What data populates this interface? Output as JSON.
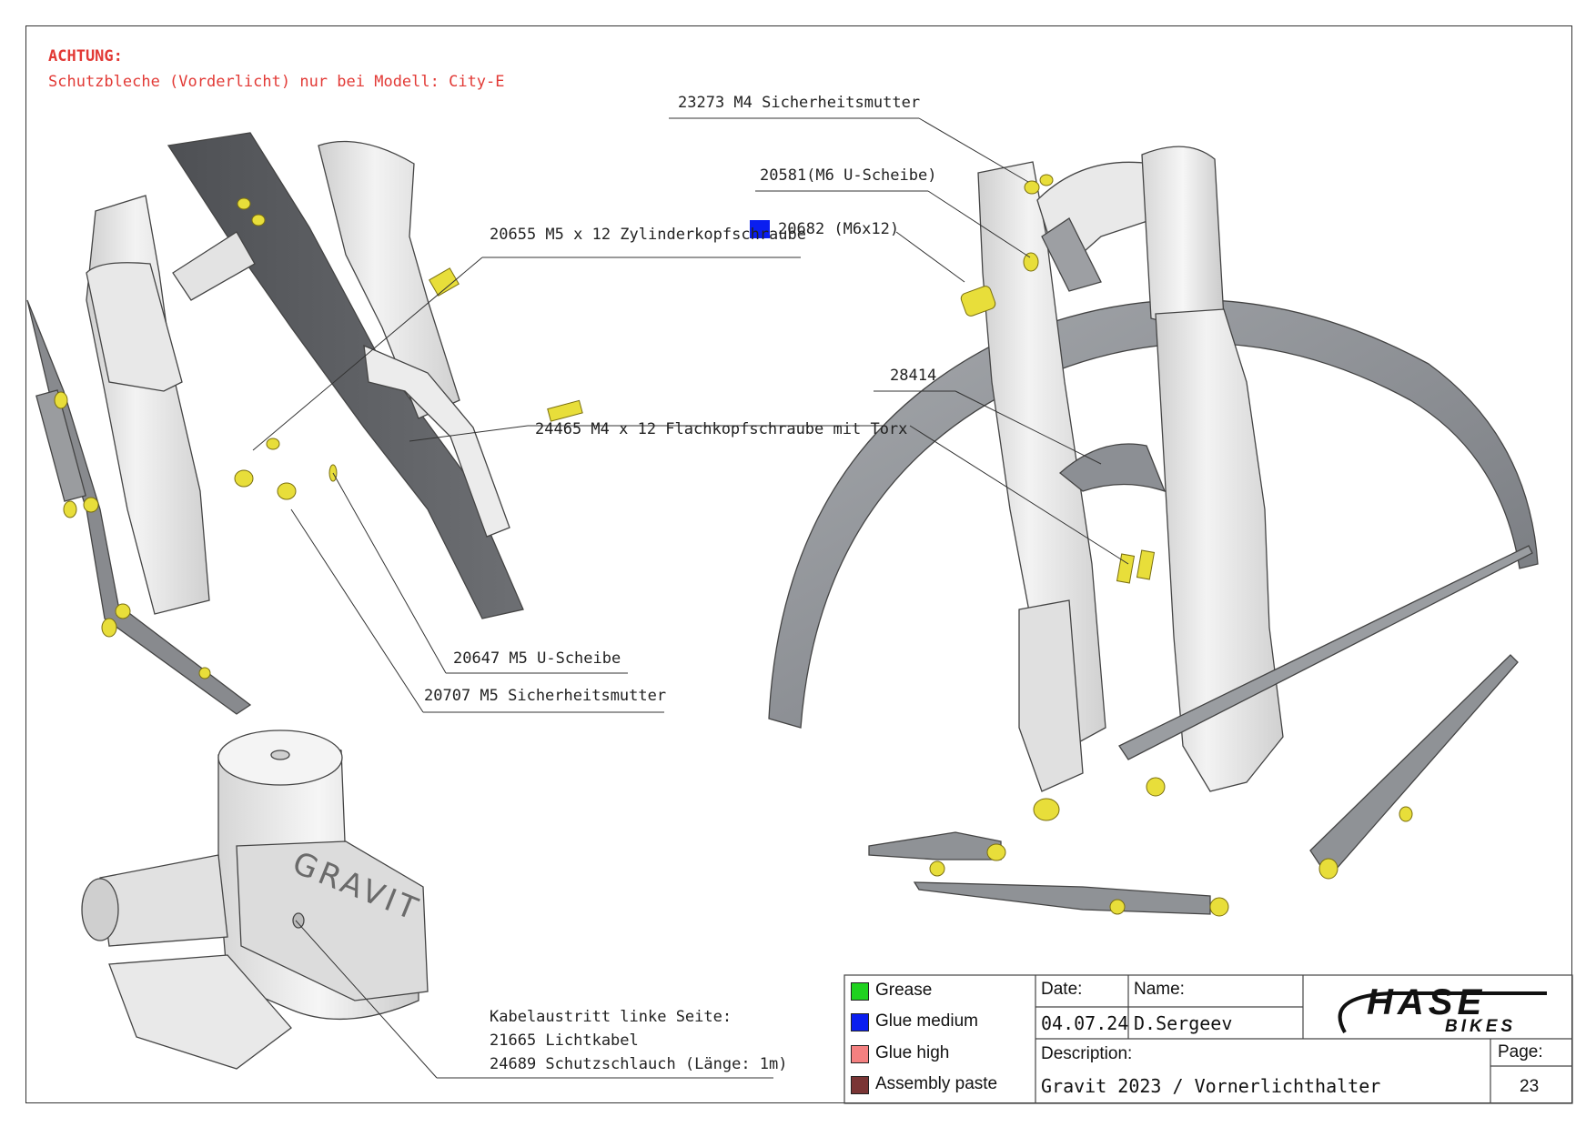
{
  "warning": {
    "title": "ACHTUNG:",
    "text": "Schutzbleche (Vorderlicht) nur bei Modell: City-E"
  },
  "callouts": [
    {
      "id": "c1",
      "text": "23273 M4 Sicherheitsmutter"
    },
    {
      "id": "c2",
      "text": "20581(M6 U-Scheibe)"
    },
    {
      "id": "c3",
      "text": "20682 (M6x12)"
    },
    {
      "id": "c4",
      "text": "20655 M5 x 12 Zylinderkopfschraube"
    },
    {
      "id": "c5",
      "text": "28414"
    },
    {
      "id": "c6",
      "text": "24465 M4 x 12 Flachkopfschraube mit Torx"
    },
    {
      "id": "c7",
      "text": "20647 M5 U-Scheibe"
    },
    {
      "id": "c8",
      "text": "20707 M5 Sicherheitsmutter"
    }
  ],
  "cable_note": {
    "line1": "Kabelaustritt linke Seite:",
    "line2": "21665 Lichtkabel",
    "line3": "24689 Schutzschlauch (Länge: 1m)"
  },
  "engraving": "GRAVIT",
  "legend": [
    {
      "label": "Grease",
      "color": "#1fd21f"
    },
    {
      "label": "Glue medium",
      "color": "#0a1ef0"
    },
    {
      "label": "Glue high",
      "color": "#f48080"
    },
    {
      "label": "Assembly paste",
      "color": "#7a3535"
    }
  ],
  "titleblock": {
    "date_label": "Date:",
    "date": "04.07.24",
    "name_label": "Name:",
    "name": "D.Sergeev",
    "desc_label": "Description:",
    "desc": "Gravit 2023 / Vornerlichthalter",
    "page_label": "Page:",
    "page": "23",
    "logo_main": "HASE",
    "logo_sub": "BIKES"
  },
  "colors": {
    "warning": "#e23a36",
    "hardware": "#e8de3a",
    "fender_dark": "#5e6064",
    "fender_light": "#8e9196",
    "part_light": "#e6e6e6"
  }
}
